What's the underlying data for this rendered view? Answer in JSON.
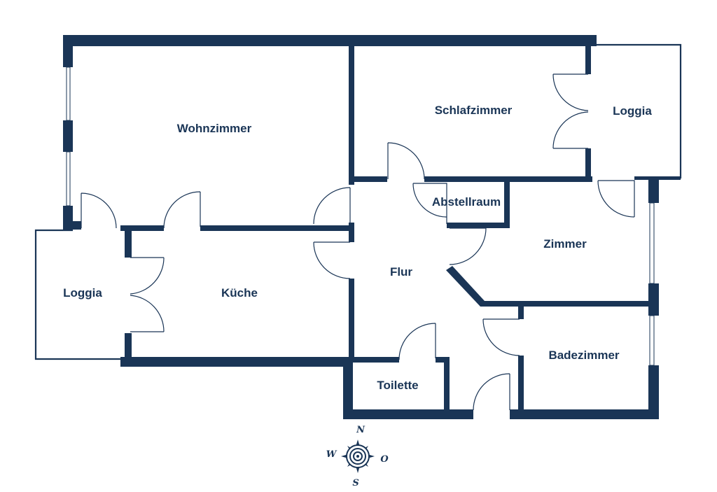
{
  "floorplan": {
    "rooms": {
      "wohnzimmer": "Wohnzimmer",
      "schlafzimmer": "Schlafzimmer",
      "loggia_ne": "Loggia",
      "loggia_w": "Loggia",
      "kueche": "Küche",
      "flur": "Flur",
      "abstellraum": "Abstellraum",
      "zimmer": "Zimmer",
      "badezimmer": "Badezimmer",
      "toilette": "Toilette"
    },
    "compass": {
      "north": "N",
      "east": "O",
      "south": "S",
      "west": "W"
    },
    "colors": {
      "wall": "#1a3556",
      "background": "#ffffff"
    }
  }
}
